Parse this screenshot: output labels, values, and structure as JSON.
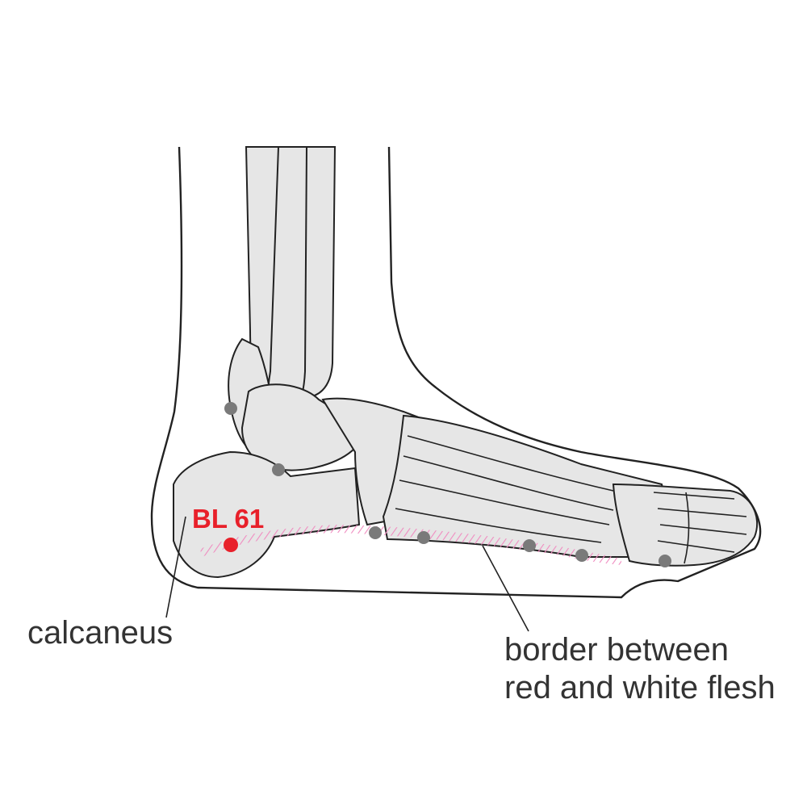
{
  "point": {
    "code": "BL 61",
    "color": "#e8202a"
  },
  "labels": {
    "calcaneus": "calcaneus",
    "border_line1": "border between",
    "border_line2": "red and white flesh"
  },
  "colors": {
    "bone_fill": "#e6e6e6",
    "outline": "#222222",
    "joint_marker": "#7a7a7a",
    "border_hatch": "#f08cc0"
  }
}
